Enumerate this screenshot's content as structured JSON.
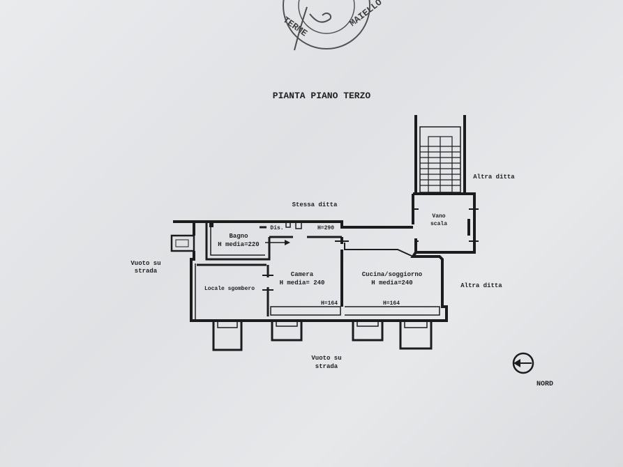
{
  "title": "PIANTA PIANO TERZO",
  "stamp": {
    "text_top": "MAIELLO",
    "text_bottom": "TERME"
  },
  "rooms": {
    "bagno": {
      "name": "Bagno",
      "height": "H media=220"
    },
    "camera": {
      "name": "Camera",
      "height": "H media= 240"
    },
    "cucina": {
      "name": "Cucina/soggiorno",
      "height": "H media=240"
    },
    "locale": {
      "name": "Locale sgombero"
    },
    "vano_scala": {
      "line1": "Vano",
      "line2": "scala"
    }
  },
  "annotations": {
    "dis": "Dis.",
    "h_top": "H=290",
    "h_camera": "H=164",
    "h_cucina": "H=164"
  },
  "surroundings": {
    "north": "Stessa ditta",
    "west_line1": "Vuoto su",
    "west_line2": "strada",
    "south_line1": "Vuoto su",
    "south_line2": "strada",
    "east_top": "Altra ditta",
    "east_bottom": "Altra ditta"
  },
  "compass": {
    "label": "NORD"
  }
}
